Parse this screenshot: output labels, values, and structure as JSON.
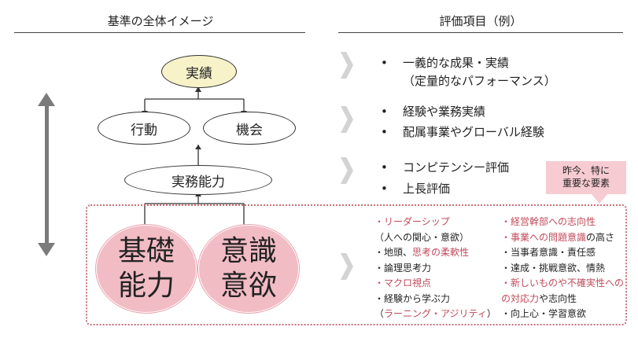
{
  "headers": {
    "left": "基準の全体イメージ",
    "right": "評価項目（例）"
  },
  "nodes": {
    "results": "実績",
    "action": "行動",
    "opportunity": "機会",
    "practical_ability": "実務能力",
    "basic_ability_line1": "基礎",
    "basic_ability_line2": "能力",
    "motivation_line1": "意識",
    "motivation_line2": "意欲"
  },
  "bullets": {
    "group1": [
      "一義的な成果・実績",
      "（定量的なパフォーマンス）"
    ],
    "group2": [
      "経験や業務実績",
      "配属事業やグローバル経験"
    ],
    "group3": [
      "コンピテンシー評価",
      "上長評価"
    ],
    "bullet_mark": "•"
  },
  "callout": {
    "line1": "昨今、特に",
    "line2": "重要な要素"
  },
  "list_left": [
    {
      "text": "・リーダーシップ",
      "highlight": true
    },
    {
      "text": "（人への関心・意欲）",
      "highlight": false
    },
    {
      "pre": "・地頭、",
      "hl": "思考の柔軟性"
    },
    {
      "text": "・論理思考力",
      "highlight": false
    },
    {
      "text": "・マクロ視点",
      "highlight": true
    },
    {
      "text": "・経験から学ぶ力",
      "highlight": false
    },
    {
      "pre": "（",
      "hl": "ラーニング・アジリティ",
      "post": "）"
    }
  ],
  "list_right": [
    {
      "text": "・経営幹部への志向性",
      "highlight": true
    },
    {
      "hl": "・事業への問題意識",
      "post": "の高さ"
    },
    {
      "text": "・当事者意識・責任感",
      "highlight": false
    },
    {
      "text": "・達成・挑戦意欲、情熱",
      "highlight": false
    },
    {
      "text": "・新しいものや不確実性への",
      "highlight": true
    },
    {
      "hl": "の対応力",
      "post": "や志向性"
    },
    {
      "text": "・向上心・学習意欲",
      "highlight": false
    }
  ],
  "colors": {
    "highlight": "#c04a5a",
    "pink": "#f2bcc4",
    "yellow": "#f7f2c8",
    "chevron": "#d3d3d3"
  }
}
